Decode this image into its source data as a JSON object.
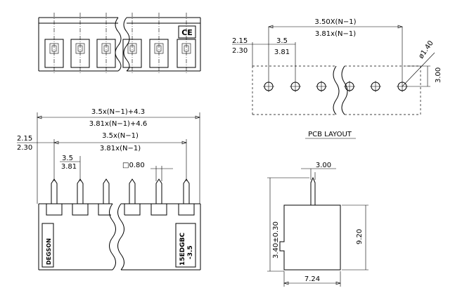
{
  "top_view": {
    "ce_mark": "CE"
  },
  "pcb_layout": {
    "caption": "PCB LAYOUT",
    "dim_total_top": "3.50X(N−1)",
    "dim_total_bottom": "3.81x(N−1)",
    "dim_offset_top": "2.15",
    "dim_offset_bottom": "2.30",
    "dim_pitch_top": "3.5",
    "dim_pitch_bottom": "3.81",
    "dim_hole": "ø1.40",
    "dim_row": "3.00"
  },
  "front_view": {
    "dim_overall_top": "3.5x(N−1)+4.3",
    "dim_overall_bottom": "3.81x(N−1)+4.6",
    "dim_span_top": "3.5x(N−1)",
    "dim_span_bottom": "3.81x(N−1)",
    "dim_offset_top": "2.15",
    "dim_offset_bottom": "2.30",
    "dim_pitch_top": "3.5",
    "dim_pitch_bottom": "3.81",
    "dim_pin": "□0.80",
    "brand": "DEGSON",
    "part_line1": "15EDGBC",
    "part_line2": "-3.5"
  },
  "side_view": {
    "dim_pin_top": "3.00",
    "dim_height": "9.20",
    "dim_pin_length": "3.40±0.30",
    "dim_width": "7.24"
  }
}
